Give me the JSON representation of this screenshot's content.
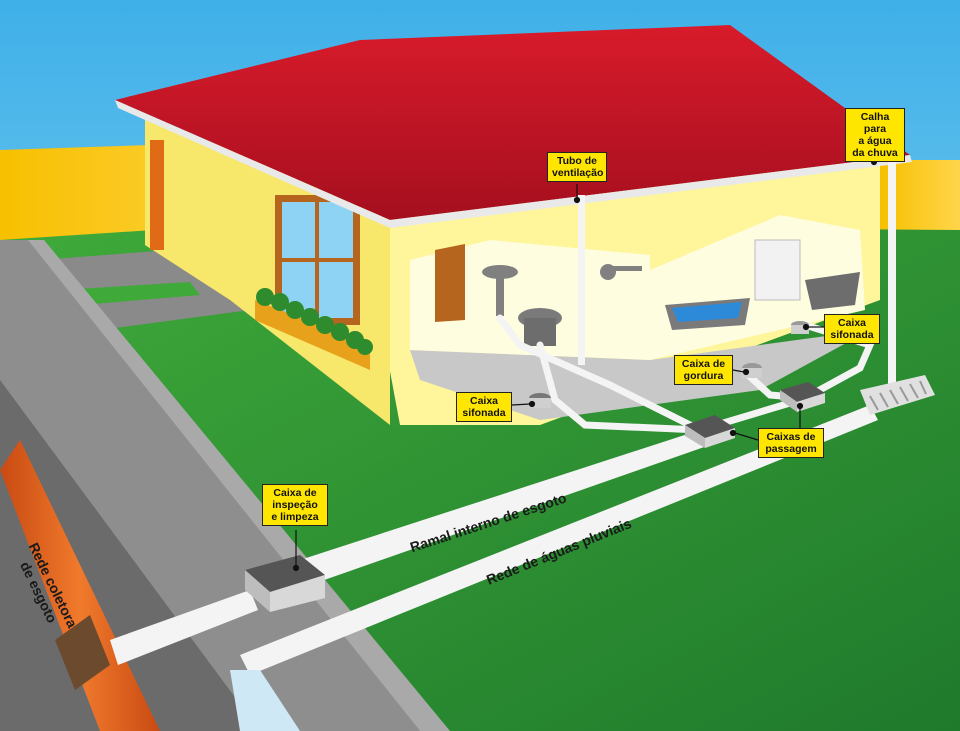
{
  "labels": {
    "calha": "Calha para\na água\nda chuva",
    "tubo_ventilacao": "Tubo de\nventilação",
    "caixa_sifonada_direita": "Caixa\nsifonada",
    "caixa_gordura": "Caixa de\ngordura",
    "caixa_sifonada_esquerda": "Caixa\nsifonada",
    "caixas_passagem": "Caixas de\npassagem",
    "caixa_inspecao": "Caixa de\ninspeção\ne limpeza",
    "ramal_interno": "Ramal interno de esgoto",
    "rede_pluviais": "Rede de águas pluviais",
    "rede_coletora": "Rede coletora\nde esgoto"
  },
  "colors": {
    "sky": "#4fb8ea",
    "roof": "#c8102e",
    "wall": "#fff59a",
    "lawn": "#2f9a36",
    "road": "#6e6e6e",
    "sewer_pipe": "#e0601e",
    "pipe": "#f4f4f4",
    "callout": "#ffe600"
  }
}
